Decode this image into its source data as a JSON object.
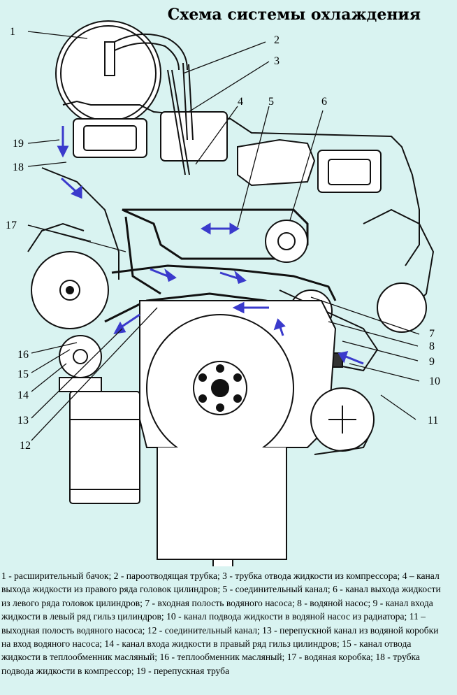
{
  "title": "Схема системы охлаждения",
  "labels": [
    "1",
    "2",
    "3",
    "4",
    "5",
    "6",
    "7",
    "8",
    "9",
    "10",
    "11",
    "12",
    "13",
    "14",
    "15",
    "16",
    "17",
    "18",
    "19"
  ],
  "caption": [
    "1 - расширительный бачок; 2 - пароотводящая трубка; 3 - трубка отвода жидкости из компрессора; ",
    "4 – канал выхода жидкости из правого ряда головок цилиндров; 5 - соединительный канал; ",
    "6 - канал выхода жидкости из левого ряда головок цилиндров; 7 - входная полость водяного насоса; ",
    "8 - водяной насос; 9 - канал входа жидкости в левый ряд гильз цилиндров; ",
    "10 - канал подвода жидкости в водяной насос из радиатора; 11 – выходная полость водяного насоса; ",
    "12 - соединительный канал; 13 - перепускной канал из водяной коробки на вход водяного насоса; ",
    "14 - канал входа жидкости в правый ряд гильз цилиндров; 15 - канал отвода жидкости в теплообменник масляный; ",
    "16 - теплообменник масляный; 17 - водяная коробка; 18 - трубка подвода жидкости в компрессор; 19 - перепускная труба"
  ],
  "colors": {
    "background": "#d9f3f1",
    "line": "#111111",
    "arrow": "#3a3acc"
  }
}
